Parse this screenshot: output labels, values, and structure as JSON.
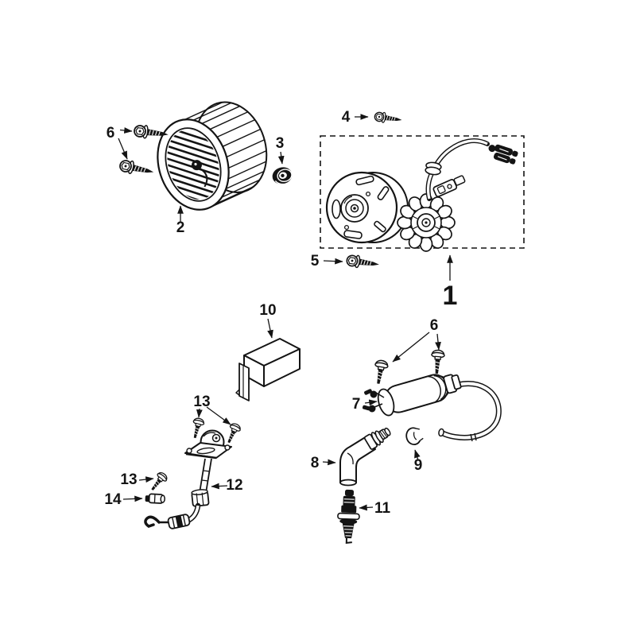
{
  "figure": {
    "background": "#ffffff",
    "line_color": "#141414"
  },
  "callouts": {
    "fan_screws": {
      "label": "6"
    },
    "fan": {
      "label": "2"
    },
    "nut": {
      "label": "3"
    },
    "top_screw": {
      "label": "4"
    },
    "bottom_screw": {
      "label": "5"
    },
    "magneto_assembly": {
      "label": "1"
    },
    "cdi_unit": {
      "label": "10"
    },
    "coil_screws": {
      "label": "6"
    },
    "ignition_coil": {
      "label": "7"
    },
    "plug_cap": {
      "label": "8"
    },
    "sleeve": {
      "label": "9"
    },
    "spark_plug": {
      "label": "11"
    },
    "sensor_screws": {
      "label": "13"
    },
    "sensor_screw_left": {
      "label": "13"
    },
    "pickup_sensor": {
      "label": "12"
    },
    "cable_terminal": {
      "label": "14"
    }
  },
  "parts": {
    "1": "flywheel-magneto-assembly",
    "2": "cooling-fan-rotor",
    "3": "flywheel-nut",
    "4": "pan-head-screw",
    "5": "pan-head-screw",
    "6": "flange-bolts",
    "7": "ignition-coil",
    "8": "spark-plug-cap",
    "9": "spacer-sleeve",
    "10": "cdi-ignition-unit",
    "11": "spark-plug",
    "12": "pickup-sensor-with-cable",
    "13": "mounting-screws",
    "14": "cable-end-terminal"
  }
}
